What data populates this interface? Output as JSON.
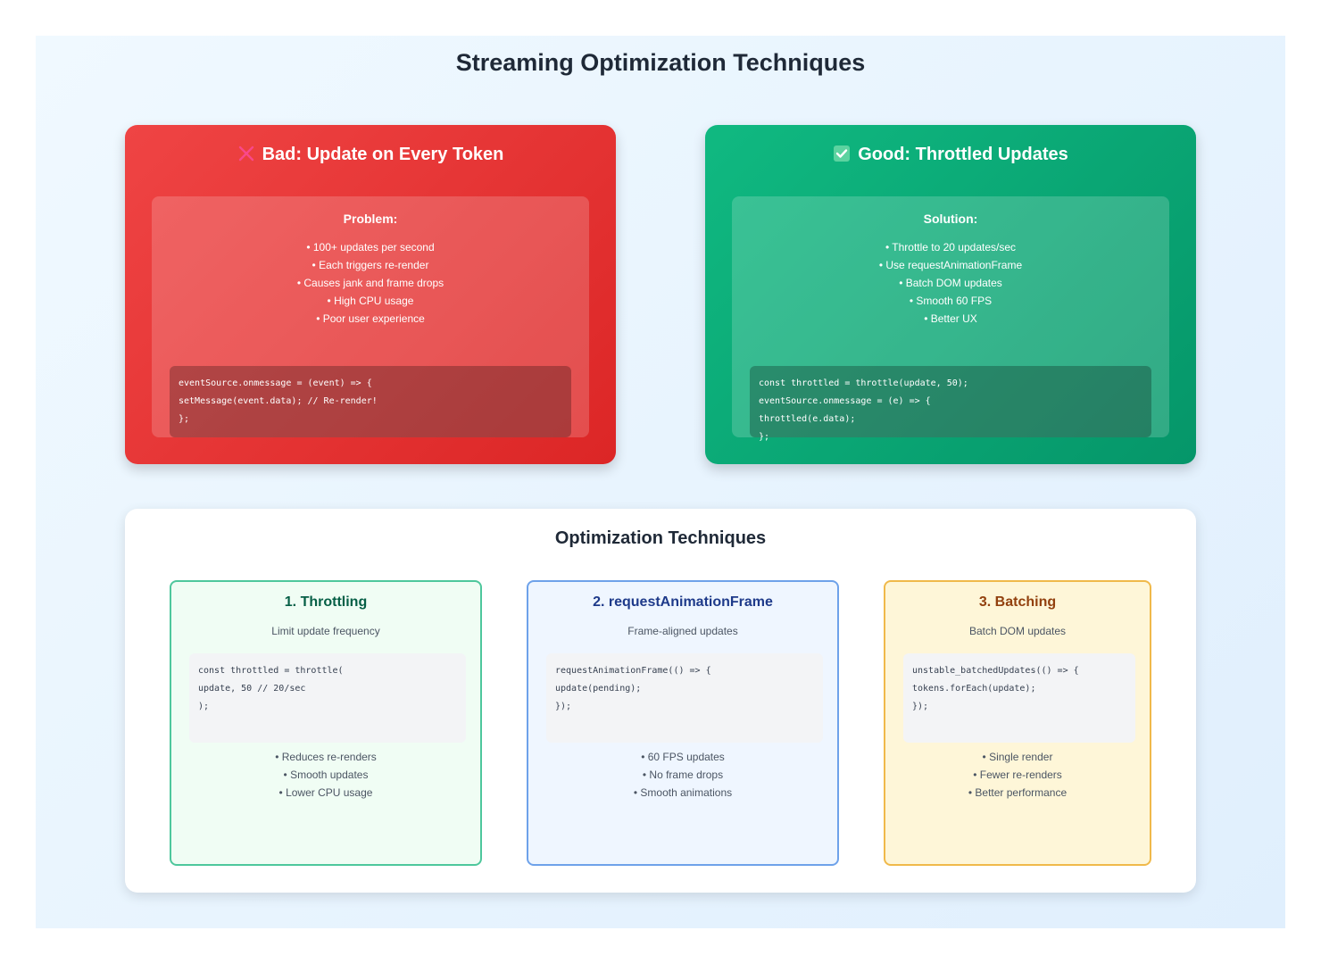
{
  "title": "Streaming Optimization Techniques",
  "bad": {
    "title": "Bad: Update on Every Token",
    "icon": "cross-mark-icon",
    "color": "#ef4444",
    "section_title": "Problem:",
    "points": [
      "• 100+ updates per second",
      "• Each triggers re-render",
      "• Causes jank and frame drops",
      "• High CPU usage",
      "• Poor user experience"
    ],
    "code": [
      "eventSource.onmessage = (event) => {",
      "setMessage(event.data); // Re-render!",
      "};"
    ]
  },
  "good": {
    "title": "Good: Throttled Updates",
    "icon": "check-mark-icon",
    "color": "#10b981",
    "section_title": "Solution:",
    "points": [
      "• Throttle to 20 updates/sec",
      "• Use requestAnimationFrame",
      "• Batch DOM updates",
      "• Smooth 60 FPS",
      "• Better UX"
    ],
    "code": [
      "const throttled = throttle(update, 50);",
      "eventSource.onmessage = (e) => {",
      "throttled(e.data);",
      "};"
    ]
  },
  "techniques": {
    "title": "Optimization Techniques",
    "cards": [
      {
        "title": "1. Throttling",
        "subtitle": "Limit update frequency",
        "code": [
          "const throttled = throttle(",
          "update, 50 // 20/sec",
          ");"
        ],
        "points": [
          "• Reduces re-renders",
          "• Smooth updates",
          "• Lower CPU usage"
        ]
      },
      {
        "title": "2. requestAnimationFrame",
        "subtitle": "Frame-aligned updates",
        "code": [
          "requestAnimationFrame(() => {",
          "update(pending);",
          "});"
        ],
        "points": [
          "• 60 FPS updates",
          "• No frame drops",
          "• Smooth animations"
        ]
      },
      {
        "title": "3. Batching",
        "subtitle": "Batch DOM updates",
        "code": [
          "unstable_batchedUpdates(() => {",
          "tokens.forEach(update);",
          "});"
        ],
        "points": [
          "• Single render",
          "• Fewer re-renders",
          "• Better performance"
        ]
      }
    ]
  }
}
